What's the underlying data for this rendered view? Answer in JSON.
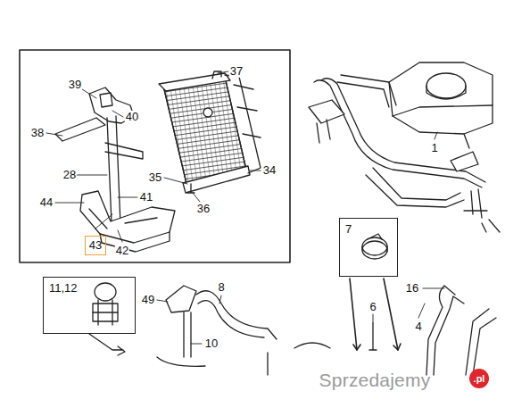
{
  "diagram": {
    "nodes": [
      {
        "text": [
          "7"
        ]
      },
      {
        "text": [
          "11,12"
        ]
      },
      {
        "text": [
          "43"
        ]
      }
    ],
    "labels": [
      "39",
      "40",
      "38",
      "28",
      "44",
      "41",
      "42",
      "37",
      "35",
      "34",
      "36",
      "1",
      "16",
      "6",
      "4",
      "49",
      "8",
      "10",
      "Sprzedajemy",
      ".pl"
    ]
  }
}
